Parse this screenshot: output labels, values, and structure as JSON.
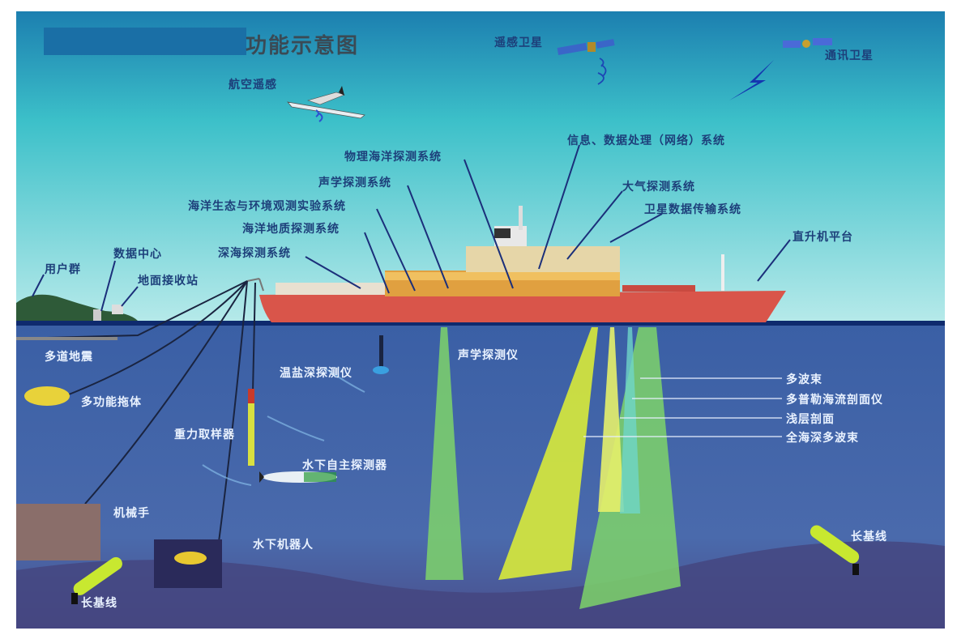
{
  "title": "功能示意图",
  "sky_labels": {
    "remote_sensing_satellite": "遥感卫星",
    "comm_satellite": "通讯卫星",
    "aerial_remote_sensing": "航空遥感"
  },
  "ship_systems": [
    {
      "id": "info",
      "label": "信息、数据处理（网络）系统"
    },
    {
      "id": "physical",
      "label": "物理海洋探测系统"
    },
    {
      "id": "acoustic",
      "label": "声学探测系统"
    },
    {
      "id": "atmosphere",
      "label": "大气探测系统"
    },
    {
      "id": "ecology",
      "label": "海洋生态与环境观测实验系统"
    },
    {
      "id": "satellite_tx",
      "label": "卫星数据传输系统"
    },
    {
      "id": "geology",
      "label": "海洋地质探测系统"
    },
    {
      "id": "deep_sea",
      "label": "深海探测系统"
    },
    {
      "id": "heli",
      "label": "直升机平台"
    }
  ],
  "shore": {
    "users": "用户群",
    "data_center": "数据中心",
    "ground_station": "地面接收站"
  },
  "underwater": {
    "multichannel_seismic": "多道地震",
    "tow_body": "多功能拖体",
    "ctd": "温盐深探测仪",
    "acoustic_instrument": "声学探测仪",
    "gravity_corer": "重力取样器",
    "auv": "水下自主探测器",
    "manipulator": "机械手",
    "rov": "水下机器人",
    "long_baseline_left": "长基线",
    "long_baseline_right": "长基线"
  },
  "beams": {
    "multibeam": "多波束",
    "adcp": "多普勒海流剖面仪",
    "sub_bottom": "浅层剖面",
    "full_depth_multibeam": "全海深多波束"
  },
  "colors": {
    "sky_top": "#1c84b2",
    "sky_bottom": "#b3e9ea",
    "sea": "#3f62a6",
    "hull": "#d9554a",
    "beam_green": "#7ed36a",
    "beam_yellow": "#d8ea3a"
  }
}
